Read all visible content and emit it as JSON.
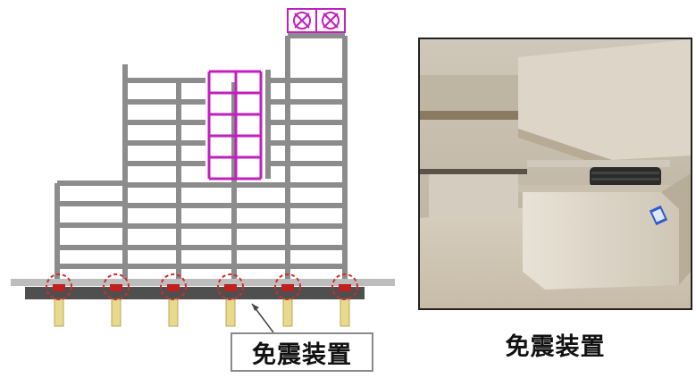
{
  "callout": {
    "label": "免震装置"
  },
  "photo": {
    "caption": "免震装置"
  },
  "colors": {
    "structure": "#8c8c8c",
    "foundation": "#4f4f4f",
    "pile": "#e9d98a",
    "isolator_marker": "#d42a2a",
    "highlight_frame": "#c21fbf"
  },
  "isolator_count": 6
}
